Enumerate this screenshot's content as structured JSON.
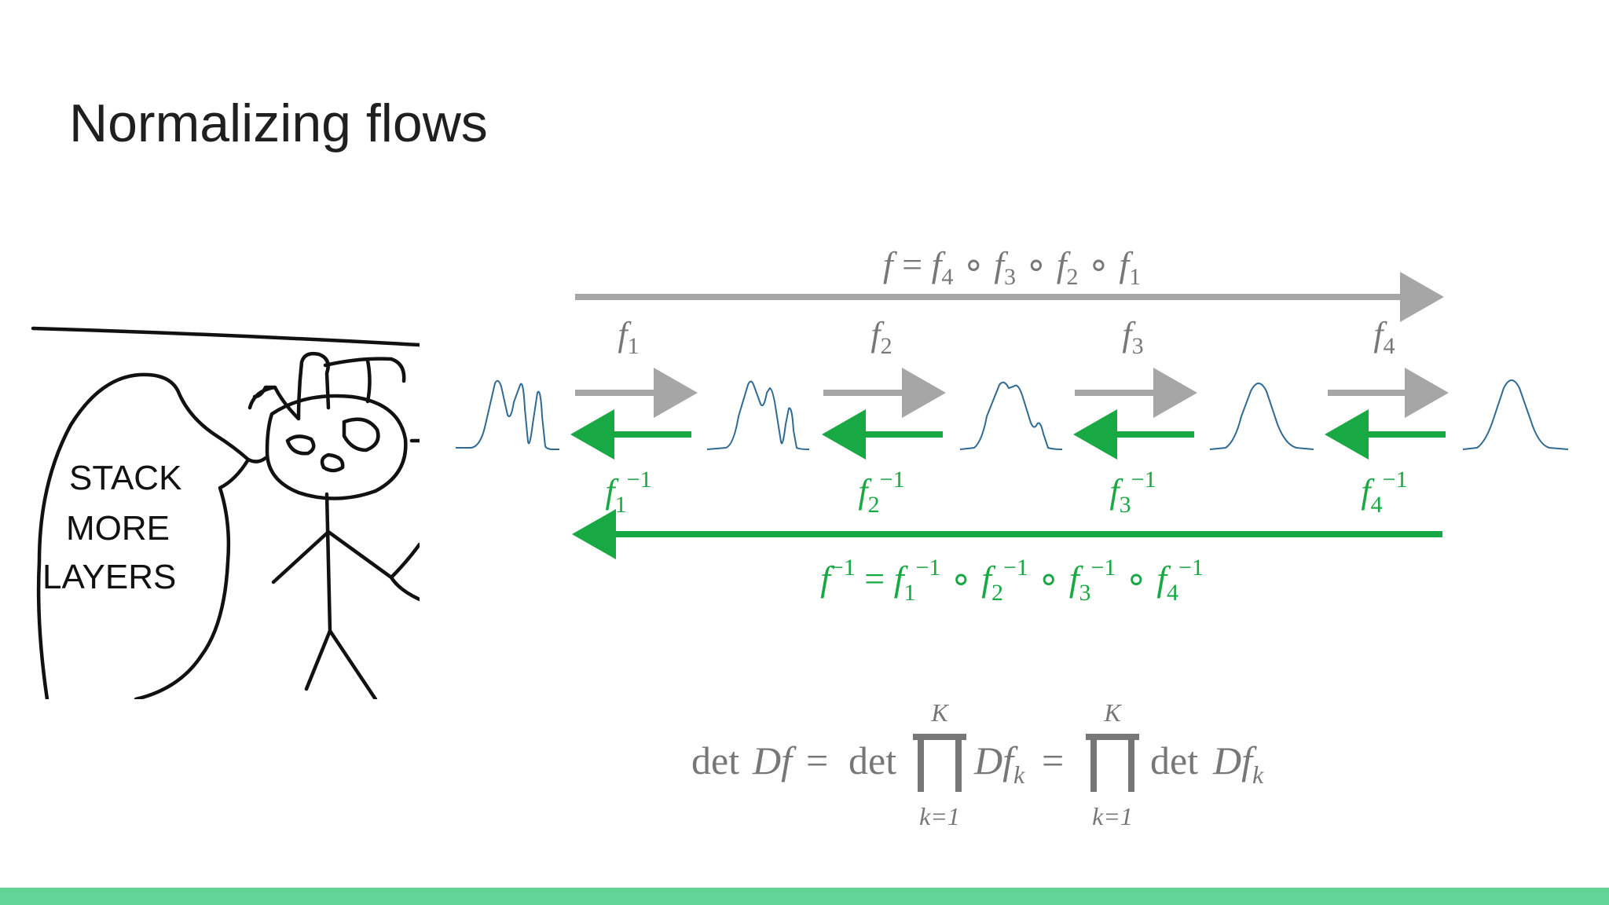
{
  "slide": {
    "title": "Normalizing flows"
  },
  "meme": {
    "speech_bubble_lines": [
      "STACK",
      "MORE",
      "LAYERS"
    ]
  },
  "diagram": {
    "forward_composition": {
      "lhs": "f",
      "terms": [
        [
          "f",
          "4"
        ],
        [
          "f",
          "3"
        ],
        [
          "f",
          "2"
        ],
        [
          "f",
          "1"
        ]
      ]
    },
    "forward_maps": [
      {
        "name": "f",
        "sub": "1"
      },
      {
        "name": "f",
        "sub": "2"
      },
      {
        "name": "f",
        "sub": "3"
      },
      {
        "name": "f",
        "sub": "4"
      }
    ],
    "inverse_maps": [
      {
        "name": "f",
        "sub": "1",
        "sup": "−1"
      },
      {
        "name": "f",
        "sub": "2",
        "sup": "−1"
      },
      {
        "name": "f",
        "sub": "3",
        "sup": "−1"
      },
      {
        "name": "f",
        "sub": "4",
        "sup": "−1"
      }
    ],
    "inverse_composition": {
      "lhs": "f",
      "lhs_sup": "−1",
      "terms": [
        [
          "f",
          "1",
          "−1"
        ],
        [
          "f",
          "2",
          "−1"
        ],
        [
          "f",
          "3",
          "−1"
        ],
        [
          "f",
          "4",
          "−1"
        ]
      ]
    },
    "determinant": {
      "det": "det",
      "D": "D",
      "f": "f",
      "equals": "=",
      "upper": "K",
      "lower": "k=1",
      "k": "k"
    }
  },
  "colors": {
    "forward": "#a6a6a6",
    "inverse": "#18a844",
    "density": "#2e6a93",
    "accent_bar": "#62d496",
    "title": "#1f1f1f"
  }
}
